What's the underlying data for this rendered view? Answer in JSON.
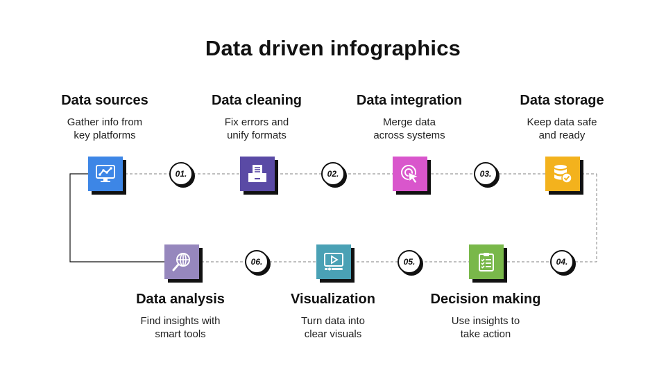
{
  "title": "Data driven infographics",
  "steps": [
    {
      "title": "Data sources",
      "desc_line1": "Gather info from",
      "desc_line2": "key platforms",
      "color": "#3d86e6",
      "icon": "monitor-chart-icon"
    },
    {
      "title": "Data cleaning",
      "desc_line1": "Fix errors and",
      "desc_line2": "unify formats",
      "color": "#5a4aa5",
      "icon": "document-tray-icon"
    },
    {
      "title": "Data integration",
      "desc_line1": "Merge data",
      "desc_line2": "across systems",
      "color": "#d956cc",
      "icon": "cursor-click-icon"
    },
    {
      "title": "Data storage",
      "desc_line1": "Keep data safe",
      "desc_line2": "and ready",
      "color": "#f3b21d",
      "icon": "database-check-icon"
    },
    {
      "title": "Decision making",
      "desc_line1": "Use insights to",
      "desc_line2": "take action",
      "color": "#79b84a",
      "icon": "clipboard-checklist-icon"
    },
    {
      "title": "Visualization",
      "desc_line1": "Turn data into",
      "desc_line2": "clear visuals",
      "color": "#4aa1b5",
      "icon": "play-screen-icon"
    },
    {
      "title": "Data analysis",
      "desc_line1": "Find insights with",
      "desc_line2": "smart tools",
      "color": "#9687bd",
      "icon": "globe-search-icon"
    }
  ],
  "numbers": [
    "01.",
    "02.",
    "03.",
    "04.",
    "05.",
    "06."
  ]
}
